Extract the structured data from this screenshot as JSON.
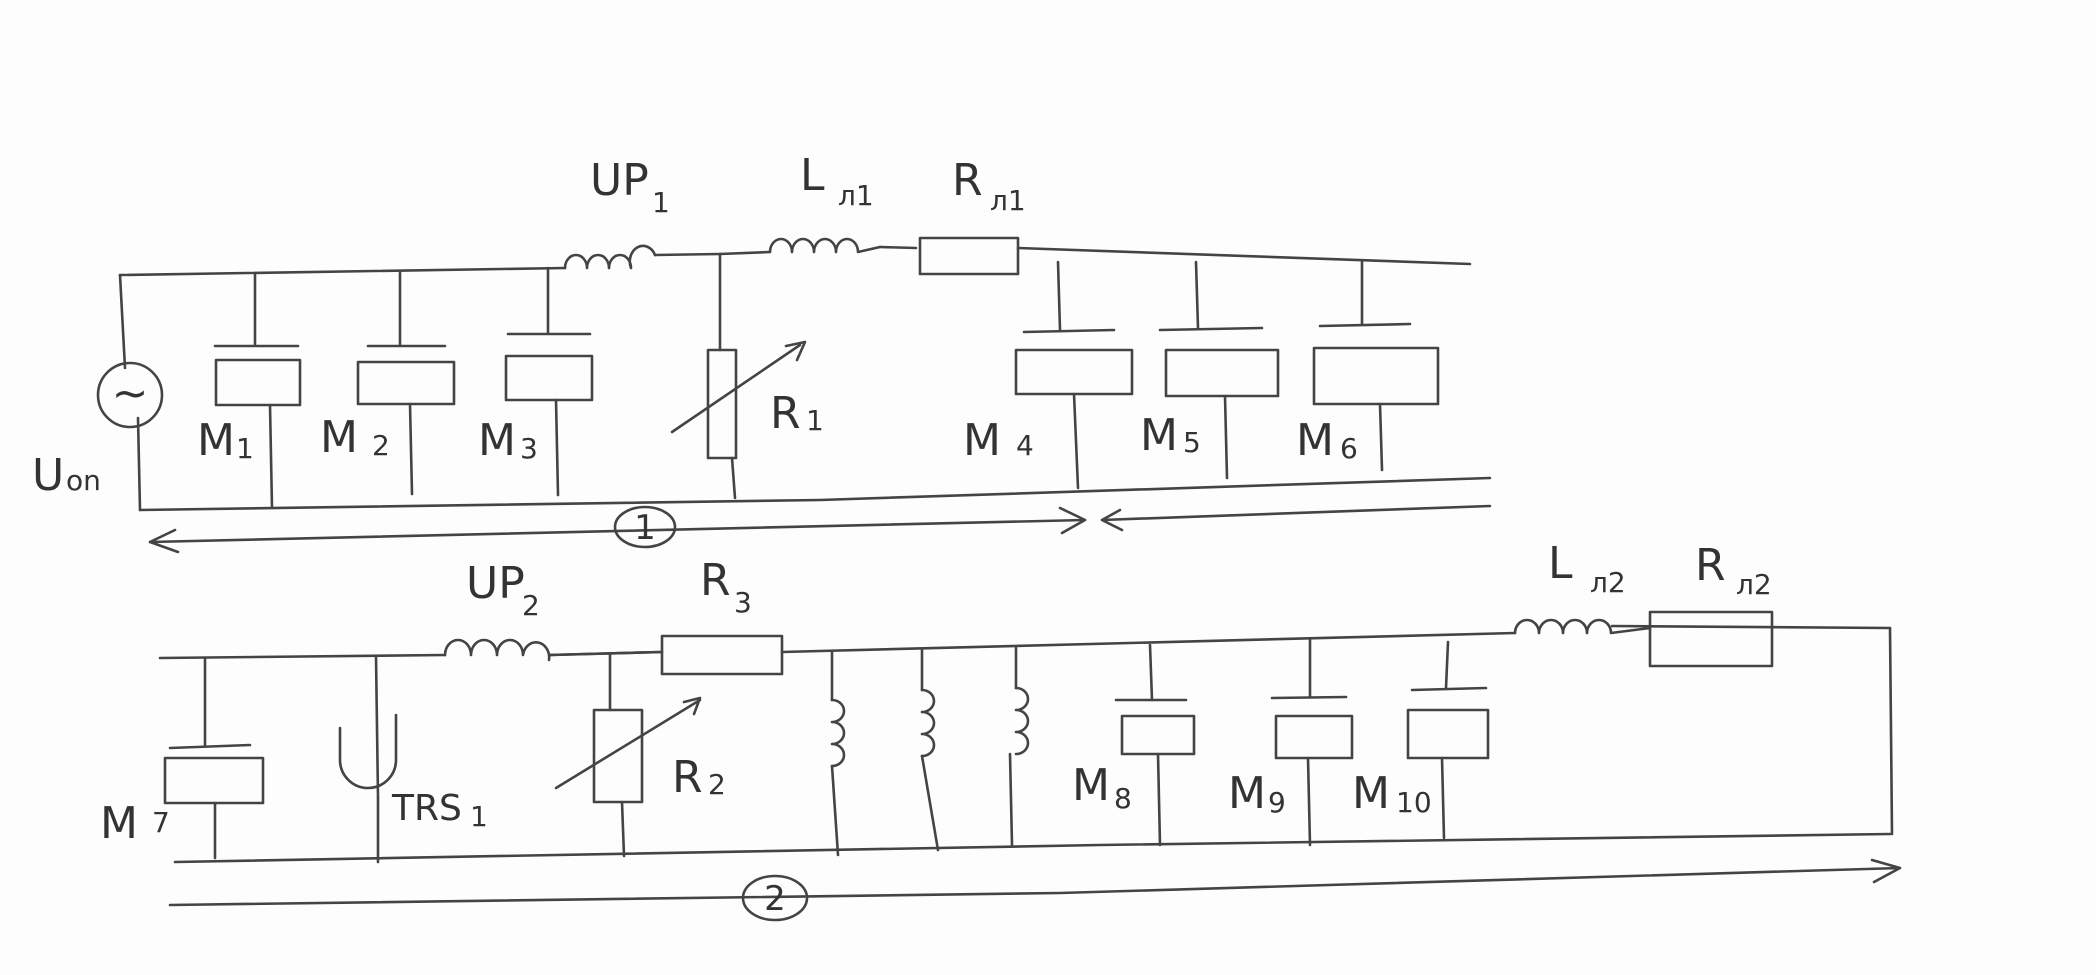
{
  "circuit1": {
    "number": "1",
    "source": {
      "label": "U",
      "sub": "on",
      "symbol": "~"
    },
    "reactor": {
      "label": "UP",
      "sub": "1"
    },
    "line_inductance": {
      "label": "L",
      "sub": "л1"
    },
    "line_resistance": {
      "label": "R",
      "sub": "л1"
    },
    "rheostat": {
      "label": "R",
      "sub": "1"
    },
    "motors": [
      {
        "label": "M",
        "sub": "1"
      },
      {
        "label": "M",
        "sub": "2"
      },
      {
        "label": "M",
        "sub": "3"
      },
      {
        "label": "M",
        "sub": "4"
      },
      {
        "label": "M",
        "sub": "5"
      },
      {
        "label": "M",
        "sub": "6"
      }
    ]
  },
  "circuit2": {
    "number": "2",
    "reactor": {
      "label": "UP",
      "sub": "2"
    },
    "resistor": {
      "label": "R",
      "sub": "3"
    },
    "rheostat": {
      "label": "R",
      "sub": "2"
    },
    "transformer": {
      "label": "TRS",
      "sub": "1"
    },
    "line_inductance": {
      "label": "L",
      "sub": "л2"
    },
    "line_resistance": {
      "label": "R",
      "sub": "л2"
    },
    "motors": [
      {
        "label": "M",
        "sub": "7"
      },
      {
        "label": "M",
        "sub": "8"
      },
      {
        "label": "M",
        "sub": "9"
      },
      {
        "label": "M",
        "sub": "10"
      }
    ]
  }
}
